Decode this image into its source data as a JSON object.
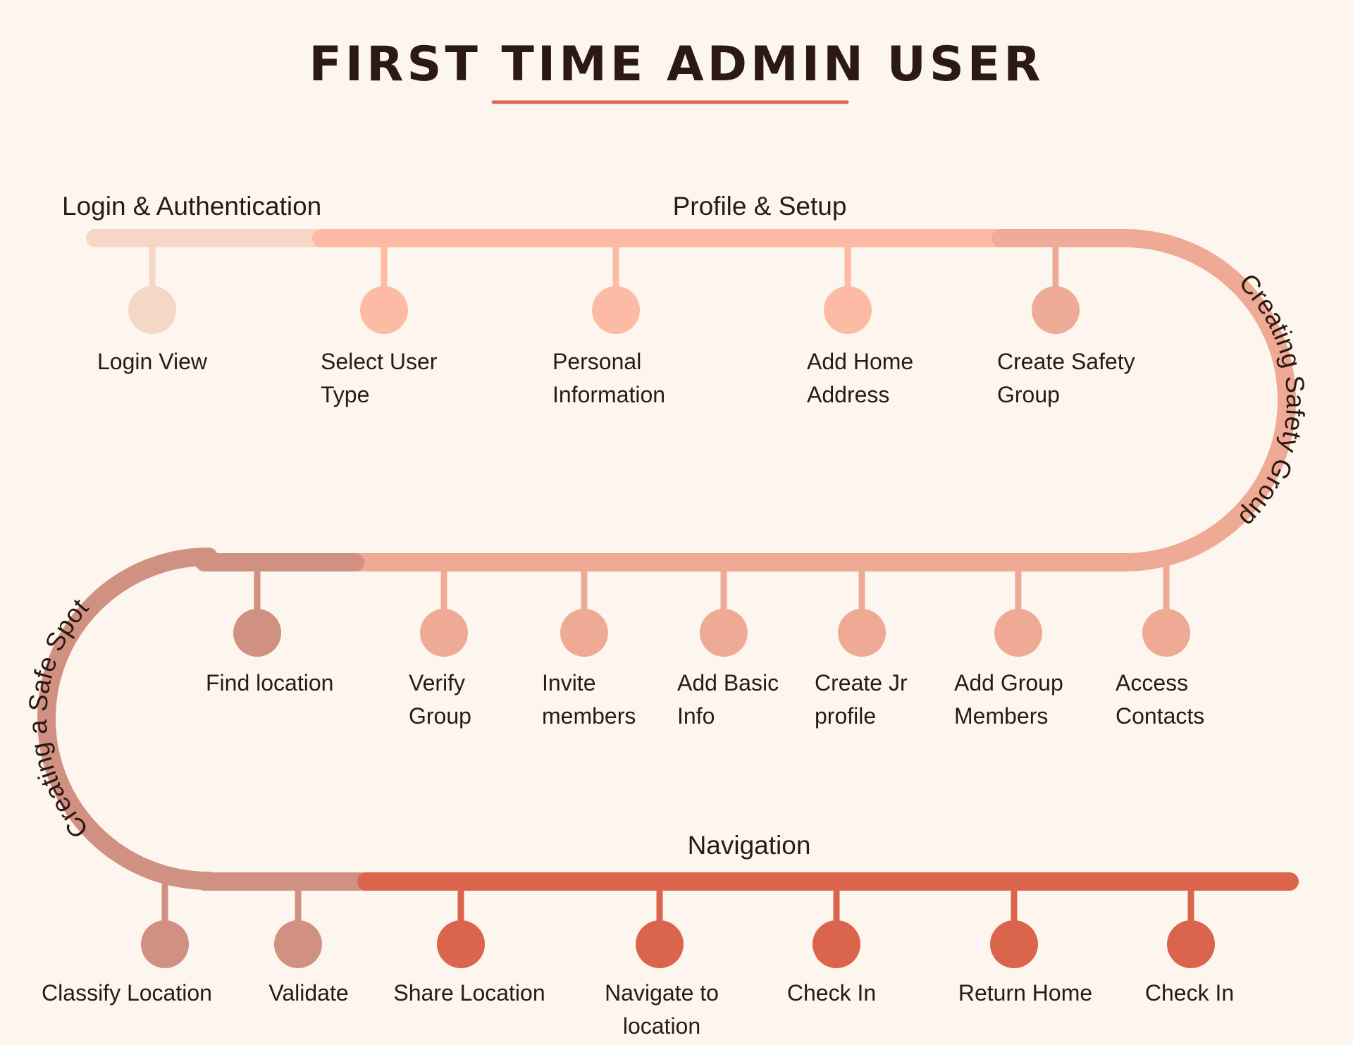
{
  "title": "FIRST TIME ADMIN USER",
  "colors": {
    "background": "#fdf6ef",
    "text": "#2a1a12",
    "login": "#f4d7c5",
    "profile": "#fdbba5",
    "safety_group_start": "#eeab98",
    "safety_group": "#efaa95",
    "safe_spot": "#d09182",
    "navigation": "#db644c",
    "title_underline": "#d96852"
  },
  "sections": {
    "login": "Login & Authentication",
    "profile": "Profile & Setup",
    "safety_group": "Creating Safety Group",
    "safe_spot": "Creating a Safe Spot",
    "navigation": "Navigation"
  },
  "steps": {
    "row1": [
      {
        "lines": [
          "Login View"
        ],
        "section": "login"
      },
      {
        "lines": [
          "Select User",
          "Type"
        ],
        "section": "profile"
      },
      {
        "lines": [
          "Personal",
          "Information"
        ],
        "section": "profile"
      },
      {
        "lines": [
          "Add Home",
          "Address"
        ],
        "section": "profile"
      },
      {
        "lines": [
          "Create Safety",
          "Group"
        ],
        "section": "safety_group_start"
      }
    ],
    "row2": [
      {
        "lines": [
          "Find location"
        ],
        "section": "safe_spot"
      },
      {
        "lines": [
          "Verify",
          "Group"
        ],
        "section": "safety_group"
      },
      {
        "lines": [
          "Invite",
          "members"
        ],
        "section": "safety_group"
      },
      {
        "lines": [
          "Add Basic",
          "Info"
        ],
        "section": "safety_group"
      },
      {
        "lines": [
          "Create Jr",
          "profile"
        ],
        "section": "safety_group"
      },
      {
        "lines": [
          "Add Group",
          "Members"
        ],
        "section": "safety_group"
      },
      {
        "lines": [
          "Access",
          "Contacts"
        ],
        "section": "safety_group"
      }
    ],
    "row3": [
      {
        "lines": [
          "Classify Location"
        ],
        "section": "safe_spot"
      },
      {
        "lines": [
          "Validate"
        ],
        "section": "safe_spot"
      },
      {
        "lines": [
          "Share Location"
        ],
        "section": "navigation"
      },
      {
        "lines": [
          "Navigate to",
          "location"
        ],
        "section": "navigation"
      },
      {
        "lines": [
          "Check In"
        ],
        "section": "navigation"
      },
      {
        "lines": [
          "Return Home"
        ],
        "section": "navigation"
      },
      {
        "lines": [
          "Check In"
        ],
        "section": "navigation"
      }
    ]
  }
}
